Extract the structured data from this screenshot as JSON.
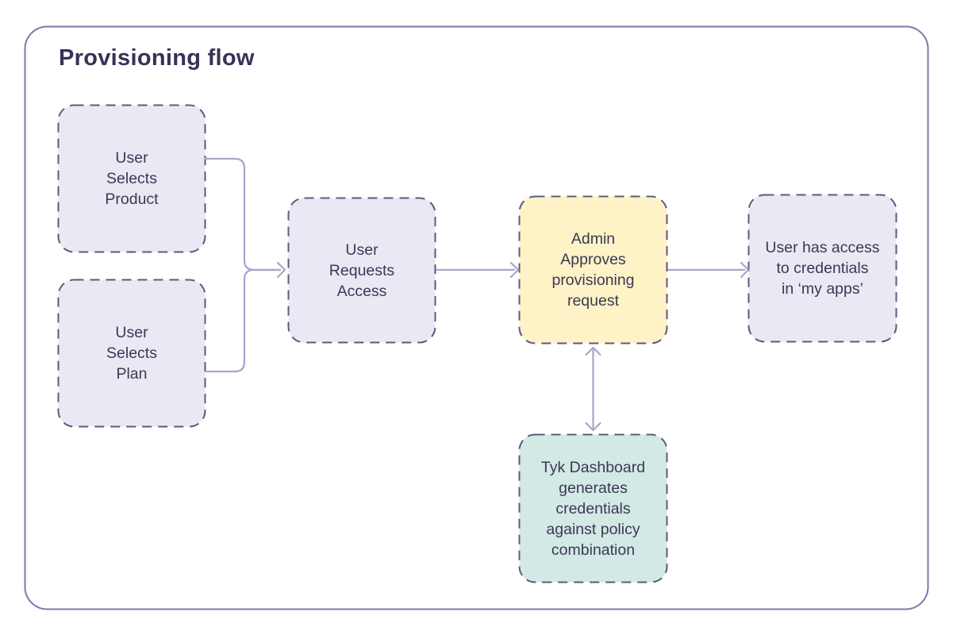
{
  "diagram": {
    "title": "Provisioning flow",
    "type": "flowchart"
  },
  "colors": {
    "outer_border": "#7d79a6",
    "node_border": "#5c5a7e",
    "connector": "#a8a4cc",
    "title_text": "#393157",
    "node_text": "#3d3754",
    "fill_lavender": "#e9e9f4",
    "fill_yellow": "#fdf3c6",
    "fill_teal": "#d2e9e5"
  },
  "nodes": [
    {
      "id": "user-selects-product",
      "label": "User\nSelects\nProduct",
      "fill": "#e9e9f4"
    },
    {
      "id": "user-selects-plan",
      "label": "User\nSelects\nPlan",
      "fill": "#e9e9f4"
    },
    {
      "id": "user-requests-access",
      "label": "User\nRequests\nAccess",
      "fill": "#e9e9f4"
    },
    {
      "id": "admin-approves-request",
      "label": "Admin\nApproves\nprovisioning\nrequest",
      "fill": "#fdf3c6"
    },
    {
      "id": "user-has-access",
      "label": "User has access\nto credentials\nin ‘my apps’",
      "fill": "#e9e9f4"
    },
    {
      "id": "tyk-dashboard-generates",
      "label": "Tyk Dashboard\ngenerates\ncredentials\nagainst policy\ncombination",
      "fill": "#d2e9e5"
    }
  ],
  "edges": [
    {
      "from": "user-selects-product",
      "to": "user-requests-access",
      "type": "arrow"
    },
    {
      "from": "user-selects-plan",
      "to": "user-requests-access",
      "type": "arrow"
    },
    {
      "from": "user-requests-access",
      "to": "admin-approves-request",
      "type": "arrow"
    },
    {
      "from": "admin-approves-request",
      "to": "user-has-access",
      "type": "arrow"
    },
    {
      "from": "admin-approves-request",
      "to": "tyk-dashboard-generates",
      "type": "double-arrow"
    }
  ]
}
